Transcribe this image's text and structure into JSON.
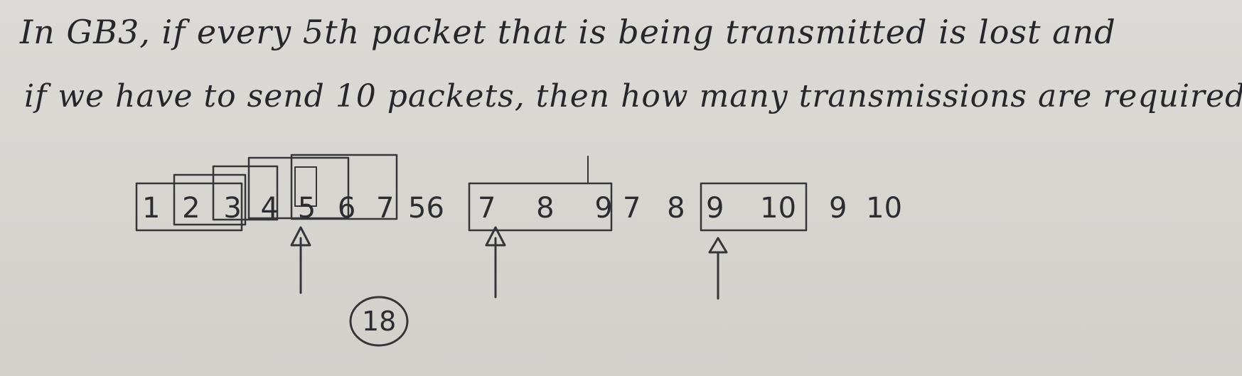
{
  "question": {
    "line1": "In GB3, if every 5th packet that is being transmitted is lost and",
    "line2": "if we have to send 10 packets, then how many transmissions are required"
  },
  "sequence": {
    "window1": [
      "1",
      "2",
      "3",
      "4",
      "5",
      "6",
      "7"
    ],
    "resend1": [
      "5",
      "6"
    ],
    "window2": [
      "7",
      "8",
      "9"
    ],
    "resend2": [
      "7",
      "8"
    ],
    "window3": [
      "9",
      "10"
    ],
    "resend3": [
      "9",
      "1",
      "0"
    ]
  },
  "answer": "18"
}
